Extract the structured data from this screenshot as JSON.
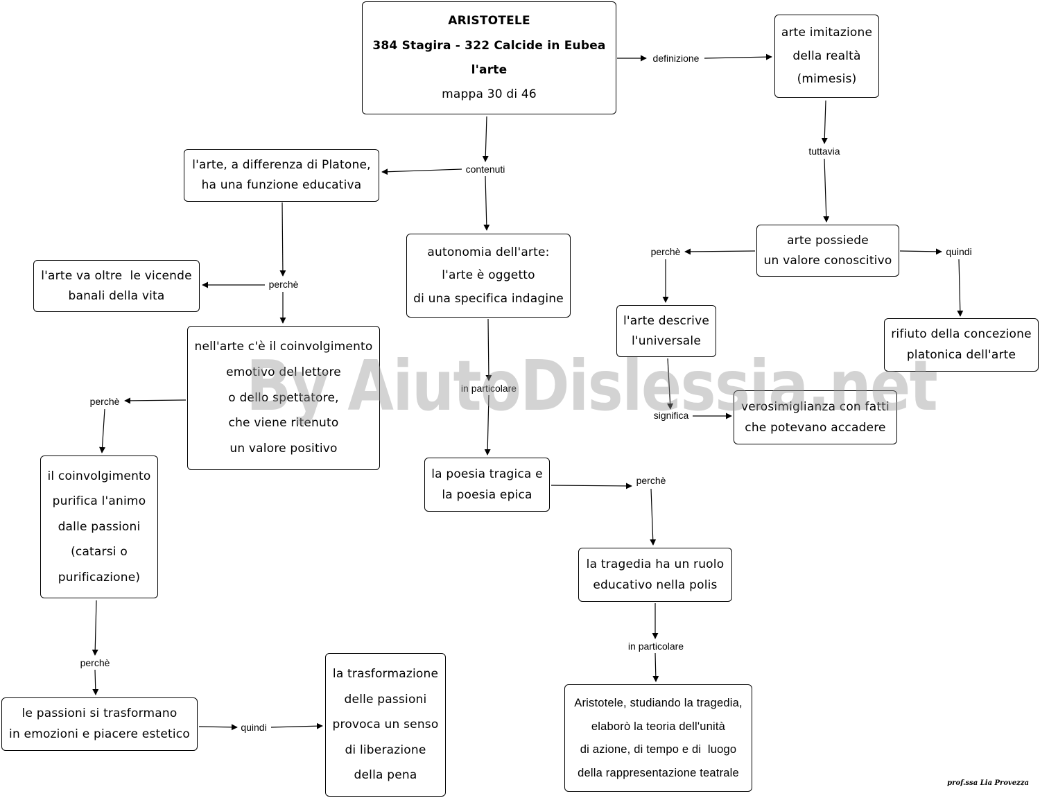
{
  "nodes": {
    "title": [
      "ARISTOTELE",
      "384 Stagira - 322 Calcide in Eubea",
      "l'arte",
      "mappa 30 di 46"
    ],
    "imitazione": [
      "arte imitazione",
      "della realtà",
      "(mimesis)"
    ],
    "funzione_educativa": [
      "l'arte, a differenza di Platone,",
      "ha una funzione educativa"
    ],
    "autonomia": [
      "autonomia dell'arte:",
      "l'arte è oggetto",
      "di una specifica indagine"
    ],
    "valore_conoscitivo": [
      "arte possiede",
      "un valore conoscitivo"
    ],
    "vicende": [
      "l'arte va oltre  le vicende",
      "banali della vita"
    ],
    "universale": [
      "l'arte descrive",
      "l'universale"
    ],
    "rifiuto": [
      "rifiuto della concezione",
      "platonica dell'arte"
    ],
    "coinvolgimento": [
      "nell'arte c'è il coinvolgimento",
      "emotivo del lettore",
      "o dello spettatore,",
      "che viene ritenuto",
      "un valore positivo"
    ],
    "verosimiglianza": [
      "verosimiglianza con fatti",
      "che potevano accadere"
    ],
    "purifica": [
      "il coinvolgimento",
      "purifica l'animo",
      "dalle passioni",
      "(catarsi o",
      "purificazione)"
    ],
    "poesia": [
      "la poesia tragica e",
      "la poesia epica"
    ],
    "tragedia_ruolo": [
      "la tragedia ha un ruolo",
      "educativo nella polis"
    ],
    "passioni": [
      "le passioni si trasformano",
      "in emozioni e piacere estetico"
    ],
    "trasformazione": [
      "la trasformazione",
      "delle passioni",
      "provoca un senso",
      "di liberazione",
      "della pena"
    ],
    "teoria_unita": [
      "Aristotele, studiando la tragedia,",
      "elaborò la teoria dell'unità",
      "di azione, di tempo e di  luogo",
      "della rappresentazione teatrale"
    ]
  },
  "links": {
    "definizione": "definizione",
    "contenuti": "contenuti",
    "tuttavia": "tuttavia",
    "perche_funzione": "perchè",
    "perche_valore": "perchè",
    "quindi_valore": "quindi",
    "in_particolare_autonomia": "in particolare",
    "perche_coinvolgimento": "perchè",
    "significa": "significa",
    "perche_poesia": "perchè",
    "perche_purifica": "perchè",
    "in_particolare_tragedia": "in particolare",
    "quindi_passioni": "quindi"
  },
  "watermark": "By AiutoDislessia.net",
  "signature": "prof.ssa Lia Provezza"
}
